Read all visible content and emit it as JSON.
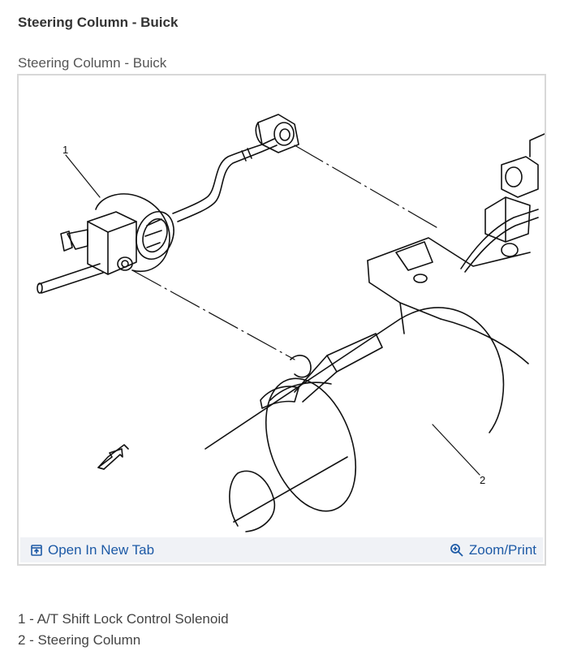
{
  "heading": "Steering Column - Buick",
  "figure": {
    "caption": "Steering Column - Buick",
    "callouts": [
      "1",
      "2"
    ],
    "open_label": "Open In New Tab",
    "zoom_label": "Zoom/Print",
    "link_color": "#1d5aa6"
  },
  "legend": [
    "1 - A/T Shift Lock Control Solenoid",
    "2 - Steering Column"
  ]
}
